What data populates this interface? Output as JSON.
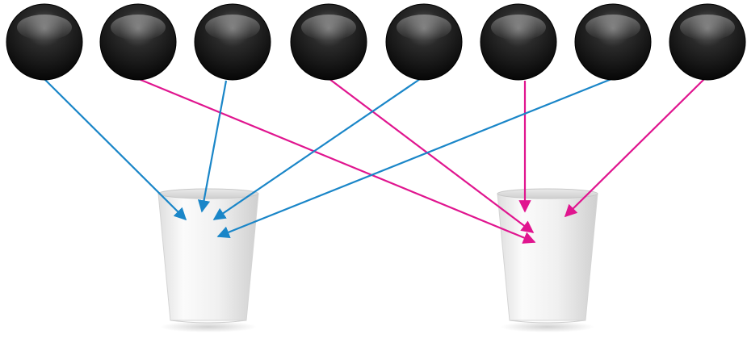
{
  "balls": [
    {
      "id": 1,
      "cup": "left",
      "color": "#1a86c8"
    },
    {
      "id": 2,
      "cup": "right",
      "color": "#e0158f"
    },
    {
      "id": 3,
      "cup": "left",
      "color": "#1a86c8"
    },
    {
      "id": 4,
      "cup": "right",
      "color": "#e0158f"
    },
    {
      "id": 5,
      "cup": "left",
      "color": "#1a86c8"
    },
    {
      "id": 6,
      "cup": "right",
      "color": "#e0158f"
    },
    {
      "id": 7,
      "cup": "left",
      "color": "#1a86c8"
    },
    {
      "id": 8,
      "cup": "right",
      "color": "#e0158f"
    }
  ],
  "cups": [
    "left",
    "right"
  ],
  "colors": {
    "blue_arrow": "#1a86c8",
    "pink_arrow": "#e0158f",
    "ball": "#141414",
    "cup": "#f2f2f2"
  }
}
